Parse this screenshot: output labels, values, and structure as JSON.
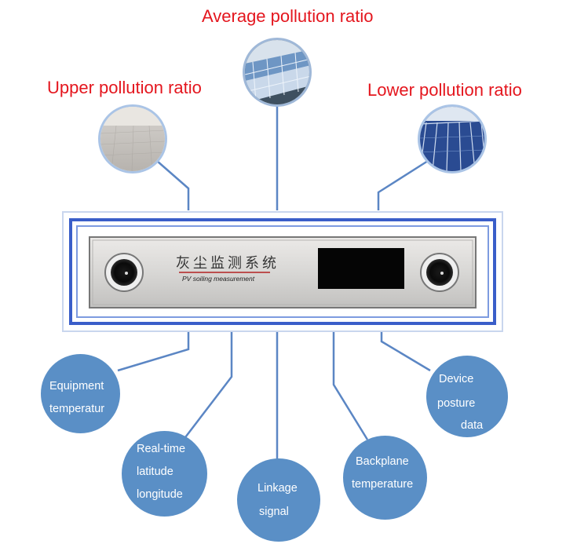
{
  "top_labels": {
    "average": "Average pollution ratio",
    "upper": "Upper pollution ratio",
    "lower": "Lower pollution ratio"
  },
  "device": {
    "title_cn": "灰尘监测系统",
    "title_en": "PV soiling measurement"
  },
  "bubbles": {
    "equipment": [
      "Equipment",
      "temperatur"
    ],
    "latlon": [
      "Real-time",
      "latitude",
      "longitude"
    ],
    "linkage": [
      "Linkage",
      "signal"
    ],
    "backplane": [
      "Backplane",
      "temperature"
    ],
    "posture": [
      "Device",
      "posture",
      "data"
    ]
  },
  "colors": {
    "label_red": "#e4161e",
    "bubble_blue": "#5a8fc6",
    "connector_blue": "#5b86c4",
    "frame_blue": "#3a5ec9"
  }
}
